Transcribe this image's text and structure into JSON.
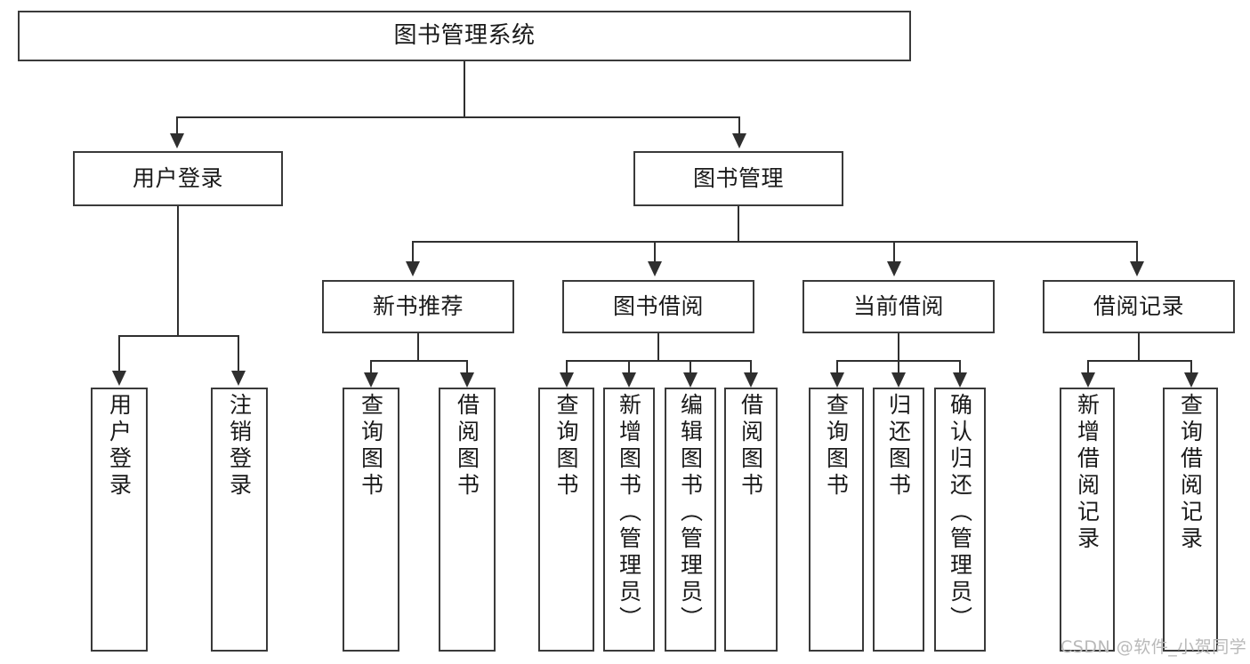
{
  "diagram": {
    "title": "图书管理系统",
    "type": "hierarchy-tree",
    "root": {
      "id": "root",
      "label": "图书管理系统",
      "orientation": "horizontal"
    },
    "level2": [
      {
        "id": "user-login",
        "label": "用户登录",
        "orientation": "horizontal"
      },
      {
        "id": "book-manage",
        "label": "图书管理",
        "orientation": "horizontal"
      }
    ],
    "level3": [
      {
        "id": "new-book-recommend",
        "label": "新书推荐",
        "orientation": "horizontal",
        "parent": "book-manage"
      },
      {
        "id": "book-borrow",
        "label": "图书借阅",
        "orientation": "horizontal",
        "parent": "book-manage"
      },
      {
        "id": "current-borrow",
        "label": "当前借阅",
        "orientation": "horizontal",
        "parent": "book-manage"
      },
      {
        "id": "borrow-record",
        "label": "借阅记录",
        "orientation": "horizontal",
        "parent": "book-manage"
      }
    ],
    "leaves": [
      {
        "id": "leaf-user-login",
        "label": "用户登录",
        "parent": "user-login"
      },
      {
        "id": "leaf-user-logout",
        "label": "注销登录",
        "parent": "user-login"
      },
      {
        "id": "leaf-query-book-1",
        "label": "查询图书",
        "parent": "new-book-recommend"
      },
      {
        "id": "leaf-borrow-book-1",
        "label": "借阅图书",
        "parent": "new-book-recommend"
      },
      {
        "id": "leaf-query-book-2",
        "label": "查询图书",
        "parent": "book-borrow"
      },
      {
        "id": "leaf-add-book-admin",
        "label": "新增图书（管理员）",
        "parent": "book-borrow"
      },
      {
        "id": "leaf-edit-book-admin",
        "label": "编辑图书（管理员）",
        "parent": "book-borrow"
      },
      {
        "id": "leaf-borrow-book-2",
        "label": "借阅图书",
        "parent": "book-borrow"
      },
      {
        "id": "leaf-query-book-3",
        "label": "查询图书",
        "parent": "current-borrow"
      },
      {
        "id": "leaf-return-book",
        "label": "归还图书",
        "parent": "current-borrow"
      },
      {
        "id": "leaf-confirm-return-admin",
        "label": "确认归还（管理员）",
        "parent": "current-borrow"
      },
      {
        "id": "leaf-add-borrow-record",
        "label": "新增借阅记录",
        "parent": "borrow-record"
      },
      {
        "id": "leaf-query-borrow-record",
        "label": "查询借阅记录",
        "parent": "borrow-record"
      }
    ]
  },
  "watermark": {
    "text": "CSDN @软件_小贺同学"
  },
  "colors": {
    "border": "#3a3a3a",
    "connector": "#2f2f2f",
    "text": "#1a1a1a",
    "background": "#ffffff",
    "watermark": "#b9b9b9"
  }
}
